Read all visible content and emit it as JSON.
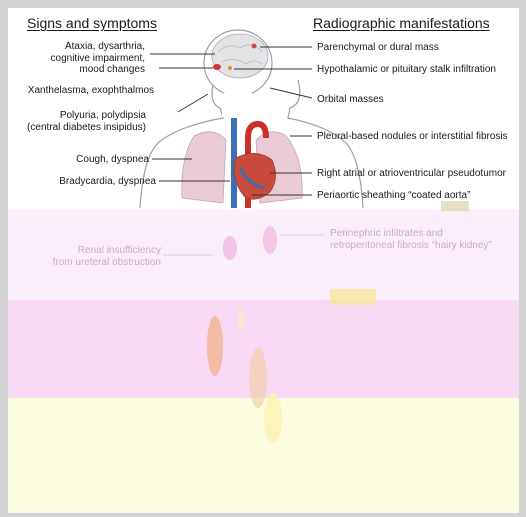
{
  "headers": {
    "left": "Signs and symptoms",
    "right": "Radiographic manifestations"
  },
  "signs": [
    "Ataxia, dysarthria,\ncognitive impairment,\nmood changes",
    "Xanthelasma, exophthalmos",
    "Polyuria, polydipsia\n(central diabetes insipidus)",
    "Cough, dyspnea",
    "Bradycardia, dyspnea",
    "Renal insufficiency\nfrom ureteral obstruction"
  ],
  "manifestations": [
    "Parenchymal or dural mass",
    "Hypothalamic or pituitary stalk infiltration",
    "Orbital masses",
    "Pleural-based nodules or interstitial fibrosis",
    "Right atrial or atrioventricular pseudotumor",
    "Periaortic sheathing “coated aorta”",
    "Perinephric infiltrates and\nretroperitoneal fibrosis “hairy kidney”"
  ],
  "colors": {
    "band_pink_light": "#fbeefb",
    "band_pink": "#f7d9f4",
    "band_cream": "#fcfde0",
    "ink": "#1a1a1a",
    "aorta": "#c9302c",
    "vena": "#3d6fb5"
  }
}
